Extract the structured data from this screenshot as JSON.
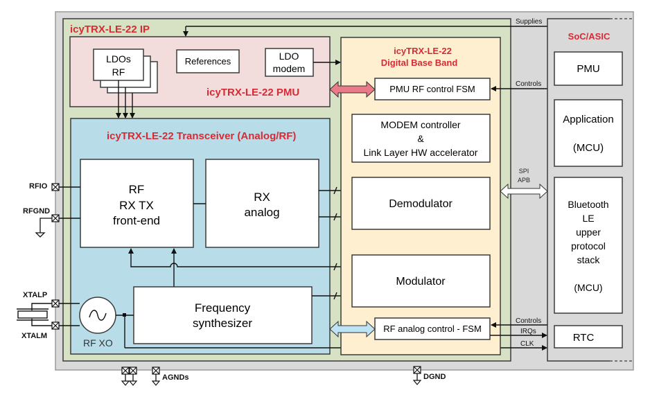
{
  "colors": {
    "outer_frame": "#d9d9d9",
    "ip_block": "#d7e2c4",
    "pmu_block": "#f2dcdc",
    "transceiver_block": "#b9dde8",
    "digital_block": "#fdefcf",
    "title_red": "#d62b35",
    "pmu_arrow": "#ea7a88",
    "rf_arrow": "#bde3f4"
  },
  "ip": {
    "title": "icyTRX-LE-22 IP"
  },
  "pmu": {
    "title": "icyTRX-LE-22 PMU",
    "ldos_rf": [
      "LDOs",
      "RF"
    ],
    "references": "References",
    "ldo_modem": [
      "LDO",
      "modem"
    ]
  },
  "transceiver": {
    "title": "icyTRX-LE-22 Transceiver (Analog/RF)",
    "rf_frontend": [
      "RF",
      "RX TX",
      "front-end"
    ],
    "rx_analog": [
      "RX",
      "analog"
    ],
    "freq_synth": [
      "Frequency",
      "synthesizer"
    ],
    "rf_xo": "RF XO"
  },
  "digital": {
    "title": [
      "icyTRX-LE-22",
      "Digital Base Band"
    ],
    "pmu_rf_fsm": "PMU RF control FSM",
    "modem_ctrl": [
      "MODEM controller",
      "&",
      "Link Layer HW accelerator"
    ],
    "demodulator": "Demodulator",
    "modulator": "Modulator",
    "rf_analog_fsm": "RF analog control - FSM"
  },
  "soc": {
    "title": "SoC/ASIC",
    "pmu": "PMU",
    "application": [
      "Application",
      "",
      "(MCU)"
    ],
    "bluetooth": [
      "Bluetooth",
      "LE",
      "upper",
      "protocol",
      "stack",
      "",
      "(MCU)"
    ],
    "rtc": "RTC"
  },
  "signals": {
    "supplies": "Supplies",
    "controls_top": "Controls",
    "spi": "SPI",
    "apb": "APB",
    "controls_bottom": "Controls",
    "irqs": "IRQs",
    "clk": "CLK"
  },
  "pins": {
    "rfio": "RFIO",
    "rfgnd": "RFGND",
    "xtalp": "XTALP",
    "xtalm": "XTALM",
    "agnds": "AGNDs",
    "dgnd": "DGND"
  }
}
